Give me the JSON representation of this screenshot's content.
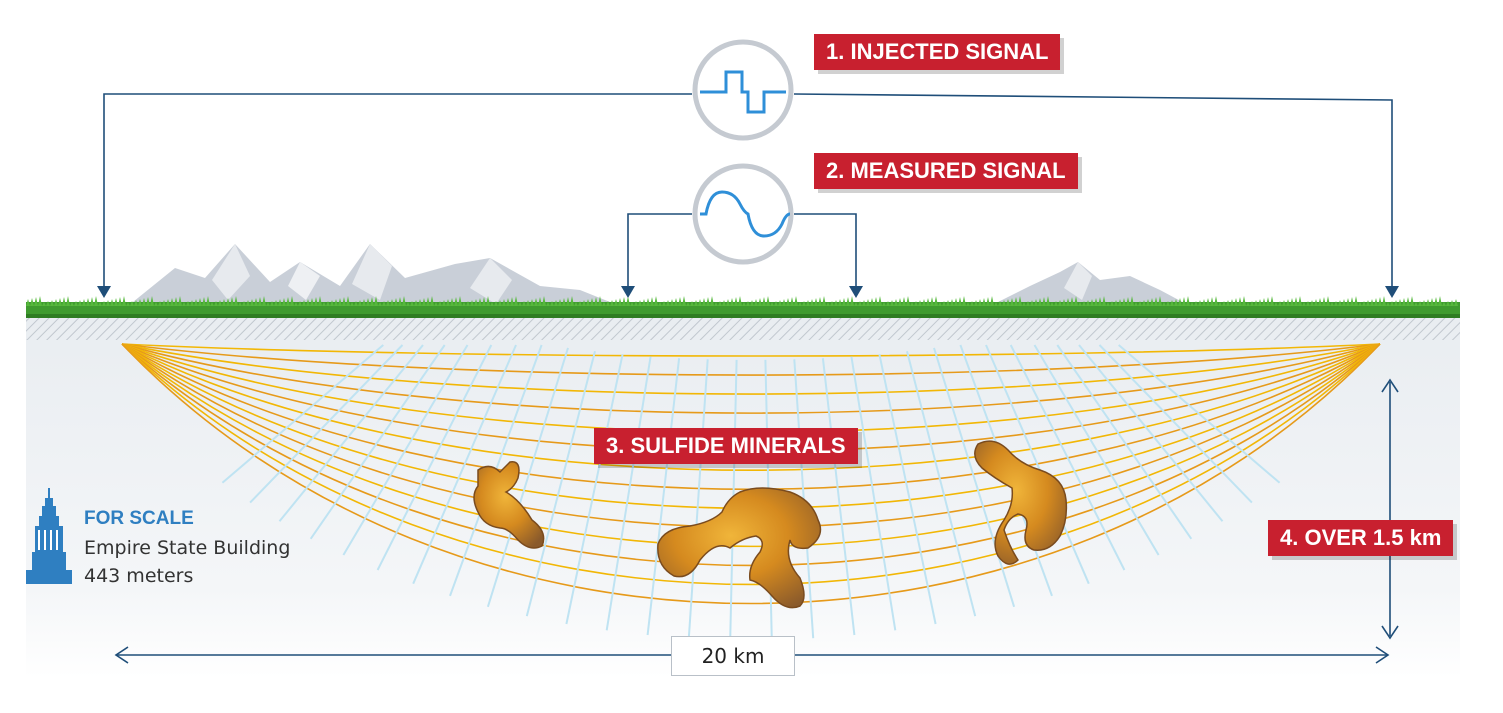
{
  "labels": {
    "injected_signal": "1. INJECTED SIGNAL",
    "measured_signal": "2. MEASURED SIGNAL",
    "sulfide_minerals": "3. SULFIDE MINERALS",
    "depth": "4. OVER 1.5 km"
  },
  "scale": {
    "title": "FOR SCALE",
    "reference": "Empire State Building",
    "height": "443 meters"
  },
  "distance": "20 km",
  "icons": [
    "empire-state-building-icon",
    "square-wave-icon",
    "decay-wave-icon",
    "mountain-icon",
    "grass-icon",
    "mineral-deposit-icon"
  ],
  "colors": {
    "label_red": "#c8202f",
    "wire_blue": "#1f4e79",
    "signal_blue": "#2f8fd8",
    "current_yellow": "#f2b705",
    "current_orange": "#e69a1a",
    "ground_gray": "#eef1f4",
    "grass_green": "#3f9b2f",
    "mountain_gray": "#c9cfd8",
    "scale_blue": "#2f7fc1"
  }
}
